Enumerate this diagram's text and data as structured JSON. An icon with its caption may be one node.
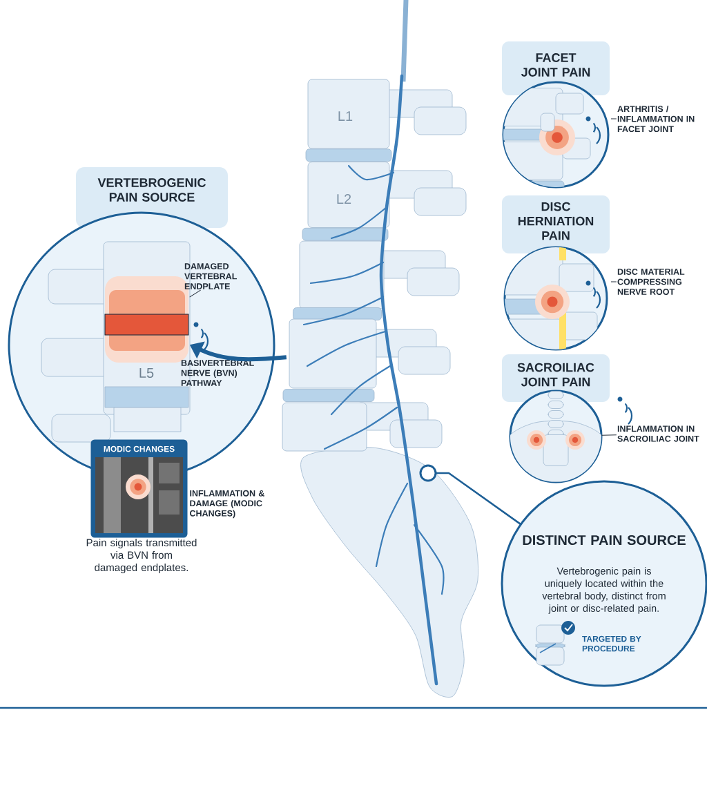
{
  "diagram": {
    "nodes": [
      {
        "text": [
          "VERTEBROGENIC PAIN SOURCE"
        ]
      },
      {
        "text": [
          "MODIC CHANGES"
        ],
        "beside": [
          "INFLAMMATION & DAMAGE (MODIC CHANGES)",
          "Pain signals transmitted via BVN from damaged endplates."
        ]
      },
      {
        "text": [
          "FACET JOINT PAIN"
        ]
      },
      {
        "text": [
          "DISC HERNIATION PAIN"
        ]
      },
      {
        "text": [
          "SACROILIAC JOINT PAIN"
        ]
      },
      {
        "text": [
          "DISTINCT PAIN SOURCE",
          "Vertebrogenic pain is uniquely located within the vertebral body, distinct from joint or disc-related pain.",
          "TARGETED BY PROCEDURE"
        ]
      },
      {
        "text": [],
        "shape": "picture"
      },
      {
        "text": [],
        "shape": "circle",
        "in": 6
      },
      {
        "text": [
          "DAMAGED VERTEBRAL ENDPLATE"
        ],
        "in": 0
      },
      {
        "text": [],
        "shape": "picture",
        "in": 0
      },
      {
        "text": [
          "ARTHRITIS / INFLAMMATION IN FACET JOINT"
        ]
      },
      {
        "text": [
          "DISC MATERIAL COMPRESSING NERVE ROOT"
        ]
      },
      {
        "text": [
          "INFLAMMATION IN SACROILIAC JOINT"
        ]
      }
    ],
    "edges": [
      {
        "from": 6,
        "to": 9,
        "arrow": "to",
        "style": "thick",
        "color": "#1d5f96"
      },
      {
        "from": 8,
        "to": 9,
        "arrow": "none"
      },
      {
        "from": 7,
        "to": 5,
        "arrow": "none",
        "color": "#1d5f96"
      },
      {
        "from": 10,
        "to": null,
        "arrow": "none"
      },
      {
        "from": 11,
        "to": null,
        "arrow": "none"
      },
      {
        "from": 12,
        "to": 4,
        "arrow": "none"
      }
    ],
    "labels": [
      "L1",
      "L2",
      "L5",
      "BASIVERTEBRAL NERVE (BVN) PATHWAY"
    ]
  }
}
